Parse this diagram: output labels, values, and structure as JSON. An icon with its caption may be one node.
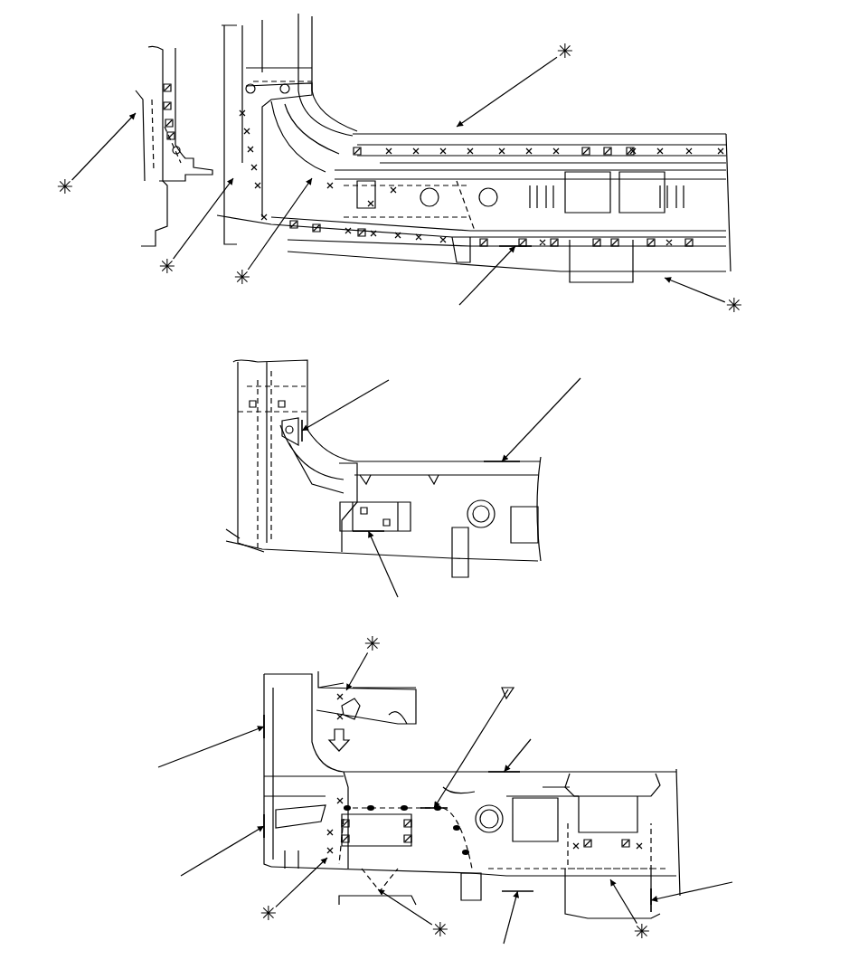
{
  "diagram": {
    "nodes": [
      {
        "text": [
          "✳"
        ]
      },
      {
        "text": [
          "✳"
        ]
      },
      {
        "text": [
          "✳"
        ]
      },
      {
        "text": [
          "✳"
        ]
      },
      {
        "text": [
          "✳"
        ]
      },
      {
        "text": [
          "✳"
        ]
      },
      {
        "text": [
          "✳"
        ]
      },
      {
        "text": [
          "✳"
        ]
      },
      {
        "text": [
          "✳"
        ]
      },
      {
        "text": [],
        "shape": "line"
      },
      {
        "text": [],
        "shape": "line"
      },
      {
        "text": [],
        "shape": "line"
      },
      {
        "text": [],
        "shape": "line"
      },
      {
        "text": [],
        "shape": "line"
      },
      {
        "text": [],
        "shape": "line"
      },
      {
        "text": [],
        "shape": "line"
      },
      {
        "text": [],
        "shape": "line"
      },
      {
        "text": [],
        "shape": "line"
      },
      {
        "text": [],
        "shape": "line"
      }
    ],
    "edges": [
      {
        "from": 1,
        "to": null,
        "arrow": "to"
      },
      {
        "from": 2,
        "to": null,
        "arrow": "to"
      },
      {
        "from": 3,
        "to": null,
        "arrow": "to"
      },
      {
        "from": 0,
        "to": null,
        "arrow": "to"
      },
      {
        "from": null,
        "to": 9,
        "arrow": "to"
      },
      {
        "from": 4,
        "to": null,
        "arrow": "to"
      },
      {
        "from": null,
        "to": 10,
        "arrow": "to"
      },
      {
        "from": null,
        "to": 11,
        "arrow": "to"
      },
      {
        "from": null,
        "to": 12,
        "arrow": "to"
      },
      {
        "from": 5,
        "to": null,
        "arrow": "to"
      },
      {
        "from": null,
        "to": 15,
        "arrow": "to"
      },
      {
        "from": null,
        "to": 14,
        "arrow": "to"
      },
      {
        "from": null,
        "to": 13,
        "arrow": "to"
      },
      {
        "from": null,
        "to": 16,
        "arrow": "to"
      },
      {
        "from": 6,
        "to": null,
        "arrow": "to"
      },
      {
        "from": 7,
        "to": null,
        "arrow": "to"
      },
      {
        "from": null,
        "to": 17,
        "arrow": "to"
      },
      {
        "from": 8,
        "to": null,
        "arrow": "to"
      },
      {
        "from": null,
        "to": 18,
        "arrow": "to"
      }
    ]
  }
}
